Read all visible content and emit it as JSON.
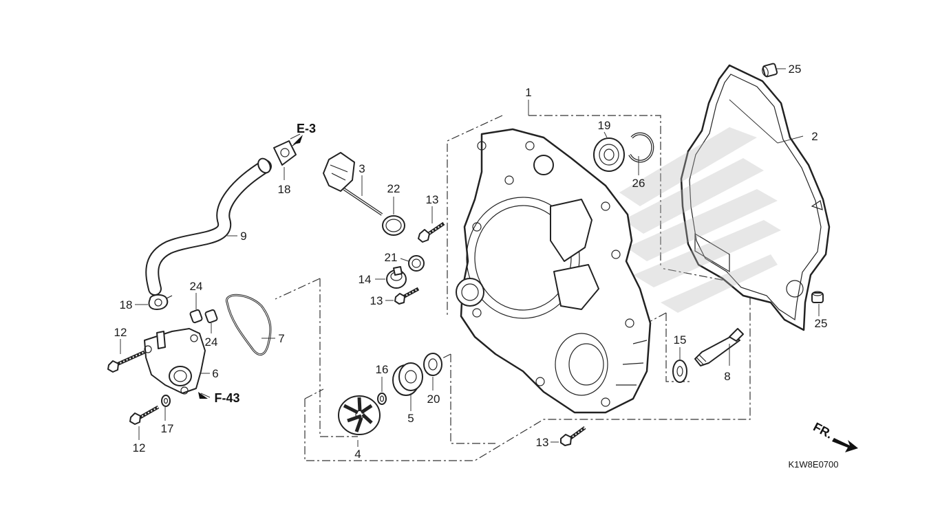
{
  "callouts": [
    {
      "id": "c1",
      "text": "1"
    },
    {
      "id": "c2",
      "text": "2"
    },
    {
      "id": "c3",
      "text": "3"
    },
    {
      "id": "c4",
      "text": "4"
    },
    {
      "id": "c5",
      "text": "5"
    },
    {
      "id": "c6",
      "text": "6"
    },
    {
      "id": "c7",
      "text": "7"
    },
    {
      "id": "c8",
      "text": "8"
    },
    {
      "id": "c9",
      "text": "9"
    },
    {
      "id": "c12a",
      "text": "12"
    },
    {
      "id": "c12b",
      "text": "12"
    },
    {
      "id": "c13a",
      "text": "13"
    },
    {
      "id": "c13b",
      "text": "13"
    },
    {
      "id": "c13c",
      "text": "13"
    },
    {
      "id": "c14",
      "text": "14"
    },
    {
      "id": "c15",
      "text": "15"
    },
    {
      "id": "c16",
      "text": "16"
    },
    {
      "id": "c17",
      "text": "17"
    },
    {
      "id": "c18a",
      "text": "18"
    },
    {
      "id": "c18b",
      "text": "18"
    },
    {
      "id": "c19",
      "text": "19"
    },
    {
      "id": "c20",
      "text": "20"
    },
    {
      "id": "c21",
      "text": "21"
    },
    {
      "id": "c22",
      "text": "22"
    },
    {
      "id": "c24a",
      "text": "24"
    },
    {
      "id": "c24b",
      "text": "24"
    },
    {
      "id": "c25a",
      "text": "25"
    },
    {
      "id": "c25b",
      "text": "25"
    },
    {
      "id": "c26",
      "text": "26"
    }
  ],
  "references": {
    "e3": "E-3",
    "f43": "F-43"
  },
  "direction_label": "FR.",
  "diagram_code": "K1W8E0700"
}
